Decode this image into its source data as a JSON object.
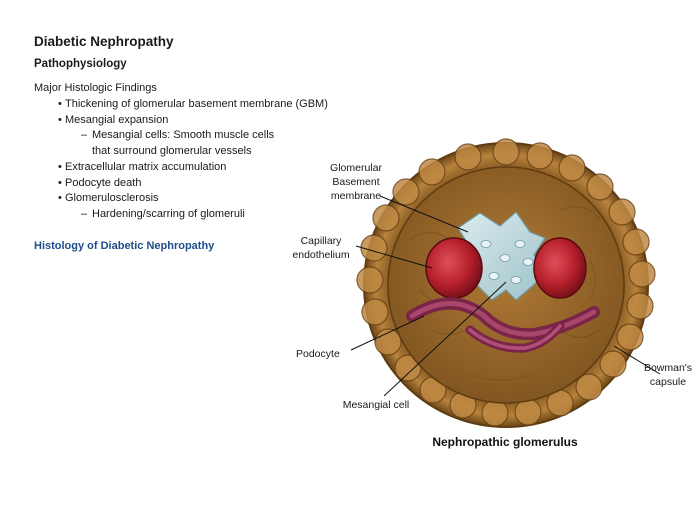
{
  "page": {
    "title": "Diabetic Nephropathy",
    "subtitle": "Pathophysiology",
    "findings_heading": "Major Histologic Findings",
    "findings": [
      {
        "level": 1,
        "marker": "•",
        "text": "Thickening of glomerular basement membrane (GBM)"
      },
      {
        "level": 1,
        "marker": "•",
        "text": "Mesangial expansion"
      },
      {
        "level": 2,
        "marker": "–",
        "text": "Mesangial cells: Smooth muscle cells"
      },
      {
        "level": 3,
        "marker": "",
        "text": "that surround glomerular vessels"
      },
      {
        "level": 1,
        "marker": "•",
        "text": "Extracellular matrix accumulation"
      },
      {
        "level": 1,
        "marker": "•",
        "text": "Podocyte death"
      },
      {
        "level": 1,
        "marker": "•",
        "text": "Glomerulosclerosis"
      },
      {
        "level": 2,
        "marker": "–",
        "text": "Hardening/scarring of glomeruli"
      }
    ],
    "histology_link": "Histology of Diabetic Nephropathy",
    "link_color": "#1f4e8c"
  },
  "figure": {
    "labels": {
      "gbm_1": "Glomerular",
      "gbm_2": "Basement",
      "gbm_3": "membrane",
      "capillary_1": "Capillary",
      "capillary_2": "endothelium",
      "podocyte": "Podocyte",
      "mesangial": "Mesangial cell",
      "bowman_1": "Bowman's",
      "bowman_2": "capsule"
    },
    "caption": "Nephropathic glomerulus",
    "colors": {
      "capsule": "#a7732f",
      "interior": "#9a6a2c",
      "capillary": "#b51f2b",
      "mesangial": "#bcd9de",
      "podocyte": "#8a2a52"
    }
  }
}
